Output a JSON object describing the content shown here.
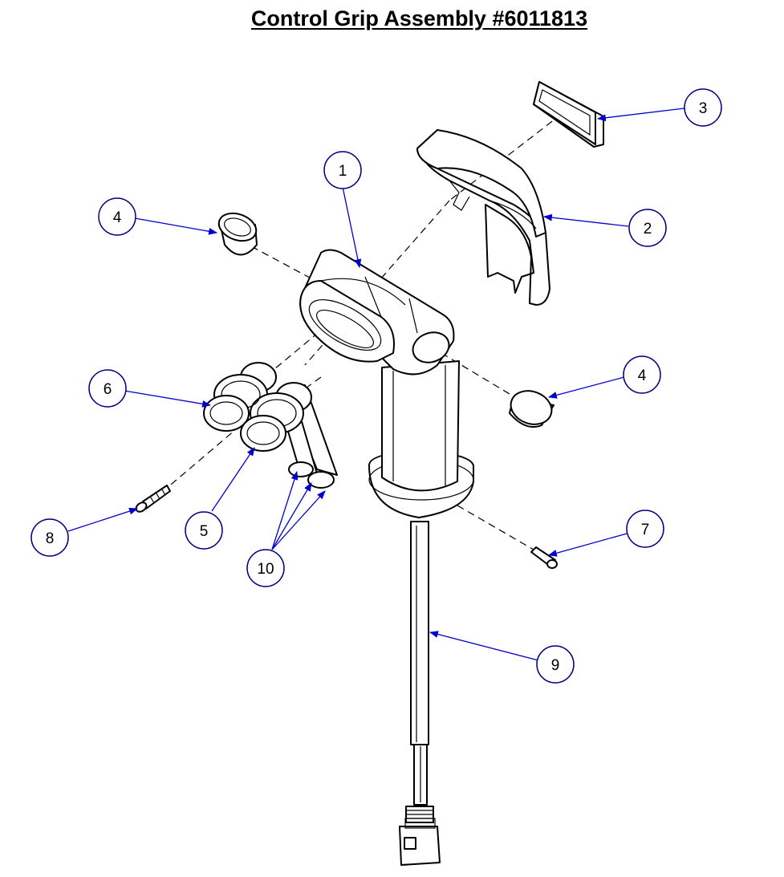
{
  "title": "Control Grip Assembly #6011813",
  "colors": {
    "line": "#000000",
    "leader": "#0000cc",
    "bubble_stroke": "#000080"
  },
  "callouts": [
    {
      "label": "1"
    },
    {
      "label": "2"
    },
    {
      "label": "3"
    },
    {
      "label": "4"
    },
    {
      "label": "4"
    },
    {
      "label": "5"
    },
    {
      "label": "6"
    },
    {
      "label": "7"
    },
    {
      "label": "8"
    },
    {
      "label": "9"
    },
    {
      "label": "10"
    }
  ]
}
